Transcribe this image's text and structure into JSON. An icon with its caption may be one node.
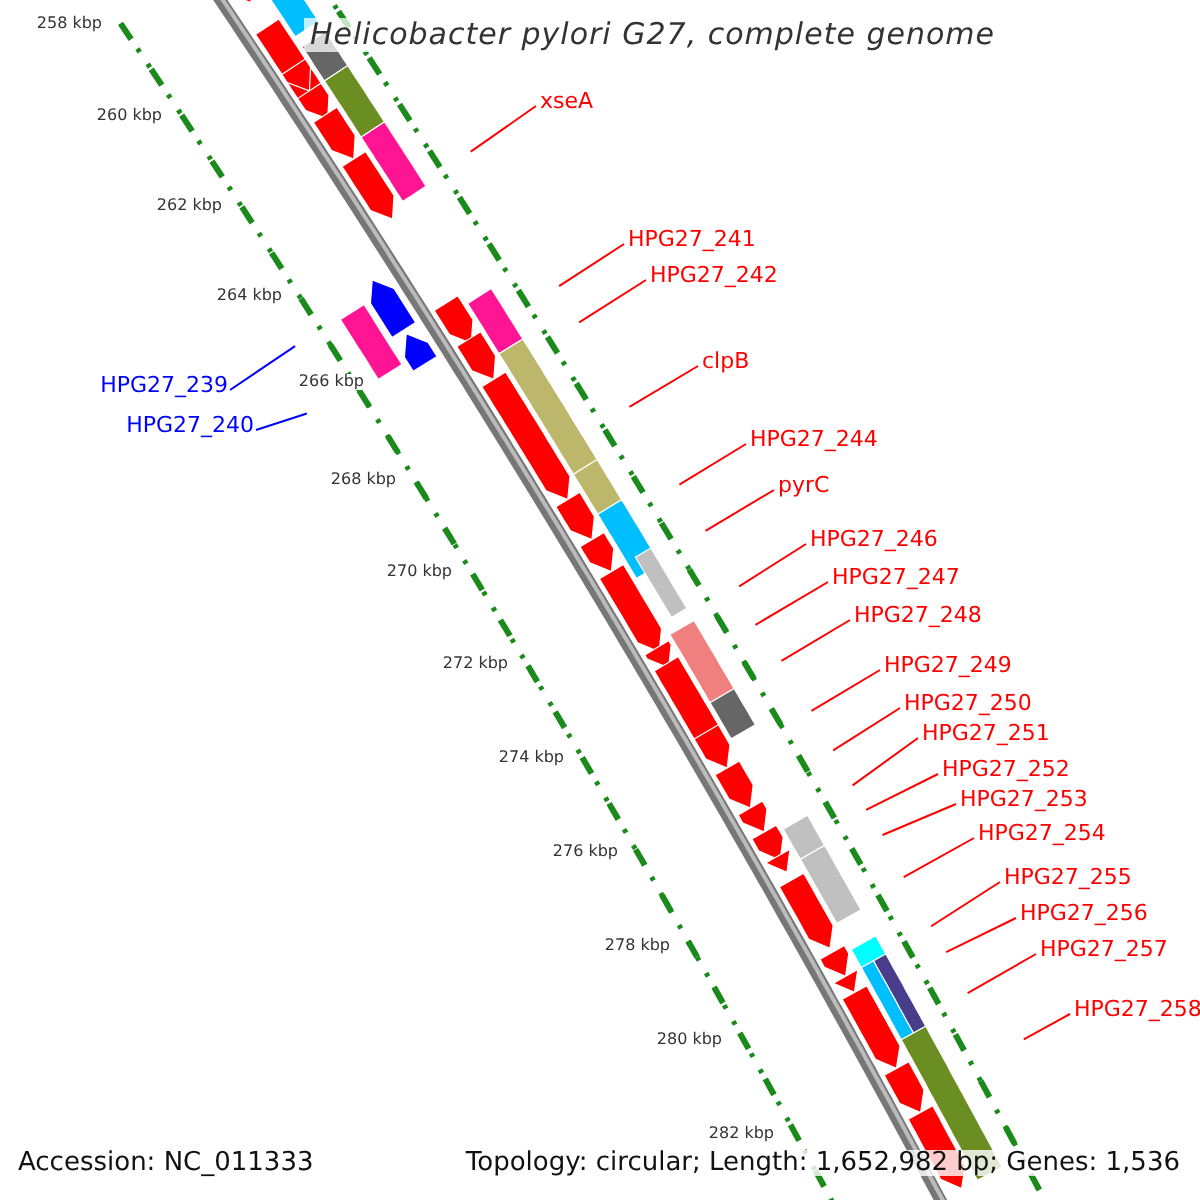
{
  "diagram": {
    "title": "Helicobacter pylori G27, complete genome",
    "nodes": [
      {
        "text": [
          "xseA"
        ]
      },
      {
        "text": [
          "HPG27_241"
        ]
      },
      {
        "text": [
          "HPG27_242"
        ]
      },
      {
        "text": [
          "clpB"
        ]
      },
      {
        "text": [
          "HPG27_239"
        ]
      },
      {
        "text": [
          "HPG27_240"
        ]
      },
      {
        "text": [
          "HPG27_244"
        ]
      },
      {
        "text": [
          "pyrC"
        ]
      },
      {
        "text": [
          "HPG27_246"
        ]
      },
      {
        "text": [
          "HPG27_247"
        ]
      },
      {
        "text": [
          "HPG27_248"
        ]
      },
      {
        "text": [
          "HPG27_249"
        ]
      },
      {
        "text": [
          "HPG27_250"
        ]
      },
      {
        "text": [
          "HPG27_251"
        ]
      },
      {
        "text": [
          "HPG27_252"
        ]
      },
      {
        "text": [
          "HPG27_253"
        ]
      },
      {
        "text": [
          "HPG27_254"
        ]
      },
      {
        "text": [
          "HPG27_255"
        ]
      },
      {
        "text": [
          "HPG27_256"
        ]
      },
      {
        "text": [
          "HPG27_257"
        ]
      },
      {
        "text": [
          "HPG27_258"
        ]
      }
    ],
    "edges": [
      {
        "from": 0,
        "to": null,
        "arrow": "none"
      },
      {
        "from": 1,
        "to": null,
        "arrow": "none"
      },
      {
        "from": 2,
        "to": null,
        "arrow": "none"
      },
      {
        "from": 3,
        "to": null,
        "arrow": "none"
      },
      {
        "from": 4,
        "to": null,
        "arrow": "none",
        "color": "#0000ff"
      },
      {
        "from": 5,
        "to": null,
        "arrow": "none",
        "color": "#0000ff"
      },
      {
        "from": 6,
        "to": null,
        "arrow": "none"
      },
      {
        "from": 7,
        "to": null,
        "arrow": "none"
      },
      {
        "from": 8,
        "to": null,
        "arrow": "none"
      },
      {
        "from": 9,
        "to": null,
        "arrow": "none"
      },
      {
        "from": 10,
        "to": null,
        "arrow": "none"
      },
      {
        "from": 11,
        "to": null,
        "arrow": "none"
      },
      {
        "from": 12,
        "to": null,
        "arrow": "none"
      },
      {
        "from": 13,
        "to": null,
        "arrow": "none"
      },
      {
        "from": 14,
        "to": null,
        "arrow": "none"
      },
      {
        "from": 15,
        "to": null,
        "arrow": "none"
      },
      {
        "from": 16,
        "to": null,
        "arrow": "none"
      },
      {
        "from": 17,
        "to": null,
        "arrow": "none"
      },
      {
        "from": 18,
        "to": null,
        "arrow": "none"
      },
      {
        "from": 19,
        "to": null,
        "arrow": "none"
      },
      {
        "from": 20,
        "to": null,
        "arrow": "none"
      }
    ],
    "labels": [
      "258 kbp",
      "260 kbp",
      "262 kbp",
      "264 kbp",
      "266 kbp",
      "268 kbp",
      "270 kbp",
      "272 kbp",
      "274 kbp",
      "276 kbp",
      "278 kbp",
      "280 kbp",
      "282 kbp",
      "Accession: NC_011333",
      "Topology: circular; Length: 1,652,982 bp; Genes: 1,536"
    ]
  }
}
